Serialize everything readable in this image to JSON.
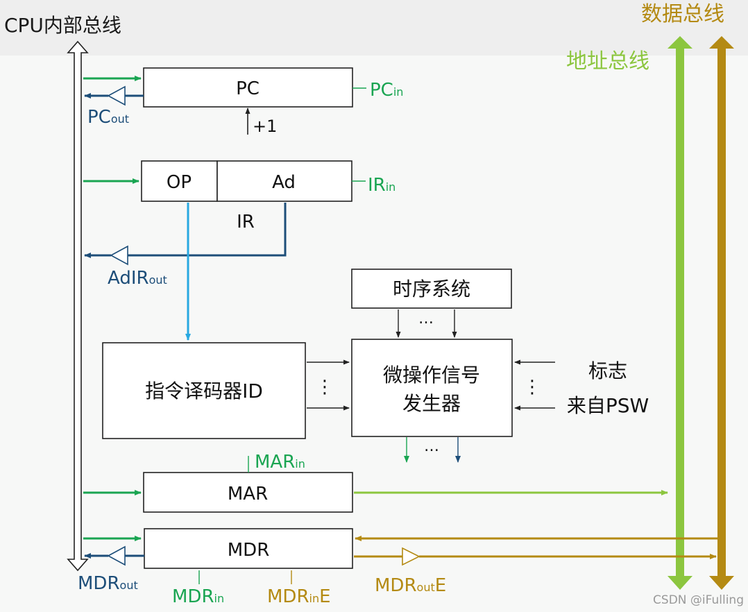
{
  "colors": {
    "green": "#1aa552",
    "navy": "#1d4e79",
    "cyan": "#29a9e1",
    "light_green": "#8cc63f",
    "gold": "#b48a13",
    "dark": "#1a1a1a"
  },
  "labels": {
    "cpu_bus": "CPU内部总线",
    "data_bus": "数据总线",
    "addr_bus": "地址总线",
    "pc": "PC",
    "pc_plus_one": "+1",
    "op": "OP",
    "ad": "Ad",
    "ir": "IR",
    "timing": "时序系统",
    "decoder": "指令译码器ID",
    "micro_line1": "微操作信号",
    "micro_line2": "发生器",
    "flags": "标志",
    "from_psw": "来自PSW",
    "mar": "MAR",
    "mdr": "MDR",
    "dots": "…",
    "vdots": "⋮",
    "watermark": "CSDN @iFulling"
  },
  "signals": {
    "pc_in": {
      "base": "PC",
      "sub": "in"
    },
    "pc_out": {
      "base": "PC",
      "sub": "out"
    },
    "ir_in": {
      "base": "IR",
      "sub": "in"
    },
    "adir_out": {
      "base": "AdIR",
      "sub": "out"
    },
    "mar_in": {
      "base": "MAR",
      "sub": "in"
    },
    "mdr_out": {
      "base": "MDR",
      "sub": "out"
    },
    "mdr_in": {
      "base": "MDR",
      "sub": "in"
    },
    "mdr_in_e": {
      "base": "MDR",
      "sub": "in",
      "tail": "E"
    },
    "mdr_out_e": {
      "base": "MDR",
      "sub": "out",
      "tail": "E"
    }
  }
}
